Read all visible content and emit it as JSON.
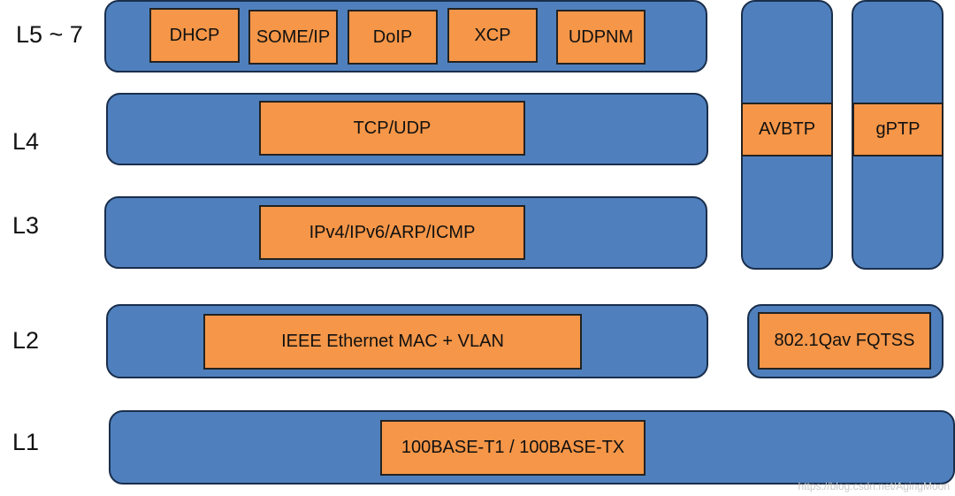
{
  "layers": {
    "l5_7": "L5 ~ 7",
    "l4": "L4",
    "l3": "L3",
    "l2": "L2",
    "l1": "L1"
  },
  "protocols": {
    "dhcp": "DHCP",
    "someip": "SOME/IP",
    "doip": "DoIP",
    "xcp": "XCP",
    "udpnm": "UDPNM",
    "tcp_udp": "TCP/UDP",
    "ip": "IPv4/IPv6/ARP/ICMP",
    "ethernet_mac": "IEEE Ethernet MAC + VLAN",
    "phy": "100BASE-T1 / 100BASE-TX",
    "avbtp": "AVBTP",
    "gptp": "gPTP",
    "fqtss": "802.1Qav FQTSS"
  },
  "watermark": "https://blog.csdn.net/AgingMoon",
  "colors": {
    "band_fill": "#4f80bd",
    "band_border": "#1a2e4c",
    "box_fill": "#f59648",
    "box_border": "#222222"
  }
}
